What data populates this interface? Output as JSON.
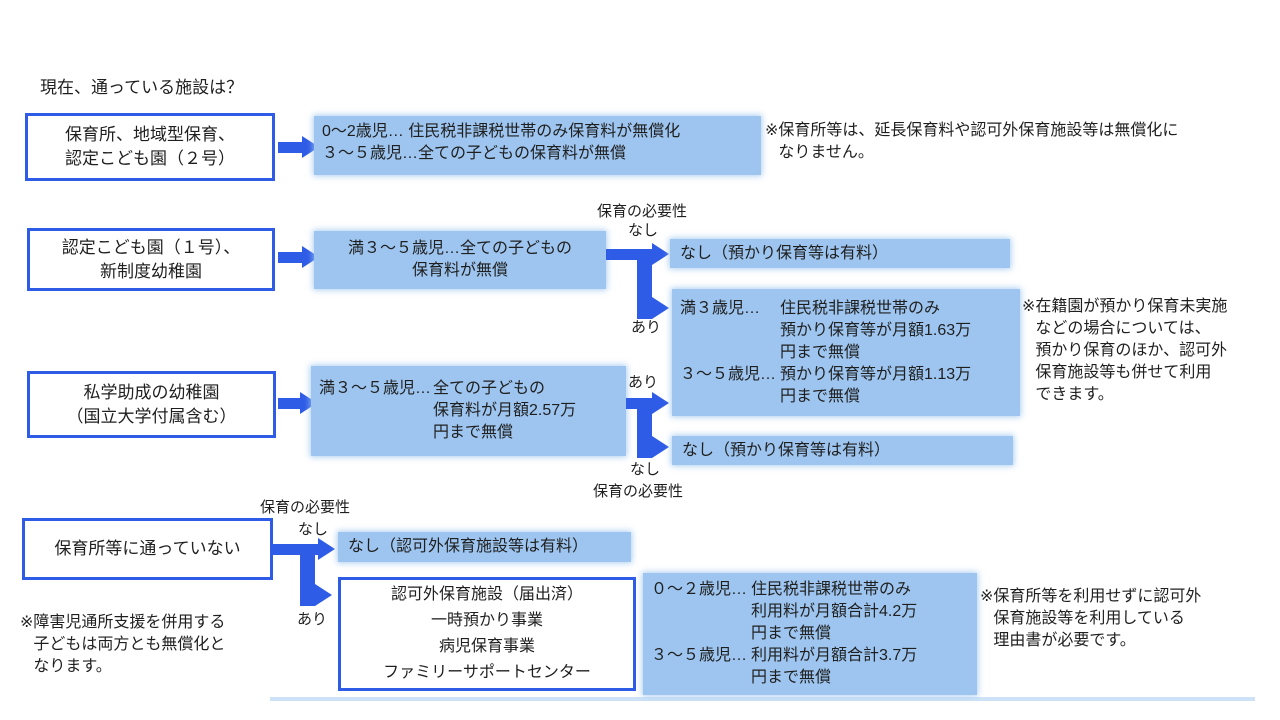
{
  "title": "現在、通っている施設は？",
  "note_marker": "※",
  "labels": {
    "necessity": "保育の必要性",
    "yes": "あり",
    "no": "なし"
  },
  "colors": {
    "accent": "#2e5ce6",
    "fill": "#9dc5ef"
  },
  "row1": {
    "source": "保育所、地域型保育、\n認定こども園（２号）",
    "result": "0～2歳児… 住民税非課税世帯のみ保育料が無償化\n３～５歳児…全ての子どもの保育料が無償",
    "note": "保育所等は、延長保育料や認可外保育施設等は無償化に\nなりません。"
  },
  "row2": {
    "source": "認定こども園（１号）、\n新制度幼稚園",
    "result": "満３～５歳児…全ての子どもの\n保育料が無償",
    "no_branch": "なし（預かり保育等は有料）"
  },
  "shared_result": {
    "rows": [
      {
        "label": "満３歳児…",
        "text": "住民税非課税世帯のみ\n預かり保育等が月額1.63万\n円まで無償"
      },
      {
        "label": "３～５歳児…",
        "text": "預かり保育等が月額1.13万\n円まで無償"
      }
    ],
    "note": "在籍園が預かり保育未実施\nなどの場合については、\n預かり保育のほか、認可外\n保育施設等も併せて利用\nできます。"
  },
  "row3": {
    "source": "私学助成の幼稚園\n（国立大学付属含む）",
    "result_label": "満３～５歳児…",
    "result_text": "全ての子どもの\n保育料が月額2.57万\n円まで無償",
    "no_branch": "なし（預かり保育等は有料）"
  },
  "row4": {
    "source": "保育所等に通っていない",
    "no_branch": "なし（認可外保育施設等は有料）",
    "facilities": "認可外保育施設（届出済）\n一時預かり事業\n病児保育事業\nファミリーサポートセンター",
    "result_rows": [
      {
        "label": "０～２歳児…",
        "text": "住民税非課税世帯のみ\n利用料が月額合計4.2万\n円まで無償"
      },
      {
        "label": "３～５歳児…",
        "text": "利用料が月額合計3.7万\n円まで無償"
      }
    ],
    "note": "保育所等を利用せずに認可外\n保育施設等を利用している\n理由書が必要です。"
  },
  "bottom_note": "障害児通所支援を併用する\n子どもは両方とも無償化と\nなります。"
}
